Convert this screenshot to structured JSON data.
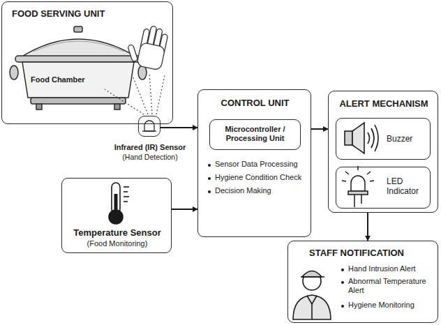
{
  "diagram": {
    "nodes": [
      {
        "text": [
          "FOOD SERVING UNIT"
        ]
      },
      {
        "text": [
          "Infrared (IR) Sensor",
          "(Hand Detection)"
        ]
      },
      {
        "text": [
          "Temperature Sensor",
          "(Food Monitoring)"
        ]
      },
      {
        "text": [
          "CONTROL UNIT",
          "Sensor Data Processing",
          "Hygiene Condition Check",
          "Decision Making"
        ]
      },
      {
        "text": [
          "Microcontroller / Processing Unit"
        ],
        "in": 3
      },
      {
        "text": [
          "ALERT MECHANISM"
        ]
      },
      {
        "text": [
          "Buzzer"
        ],
        "in": 5
      },
      {
        "text": [
          "LED Indicator"
        ],
        "in": 5
      },
      {
        "text": [
          "STAFF NOTIFICATION",
          "Hand Intrusion Alert",
          "Abnormal Temperature Alert",
          "Hygiene Monitoring"
        ]
      }
    ],
    "edges": [
      {
        "from": 1,
        "to": 3,
        "arrow": "to"
      },
      {
        "from": 2,
        "to": 3,
        "arrow": "to"
      },
      {
        "from": 3,
        "to": 5,
        "arrow": "to"
      },
      {
        "from": 5,
        "to": 8,
        "arrow": "to"
      }
    ],
    "labels": [
      "Food Chamber"
    ]
  }
}
